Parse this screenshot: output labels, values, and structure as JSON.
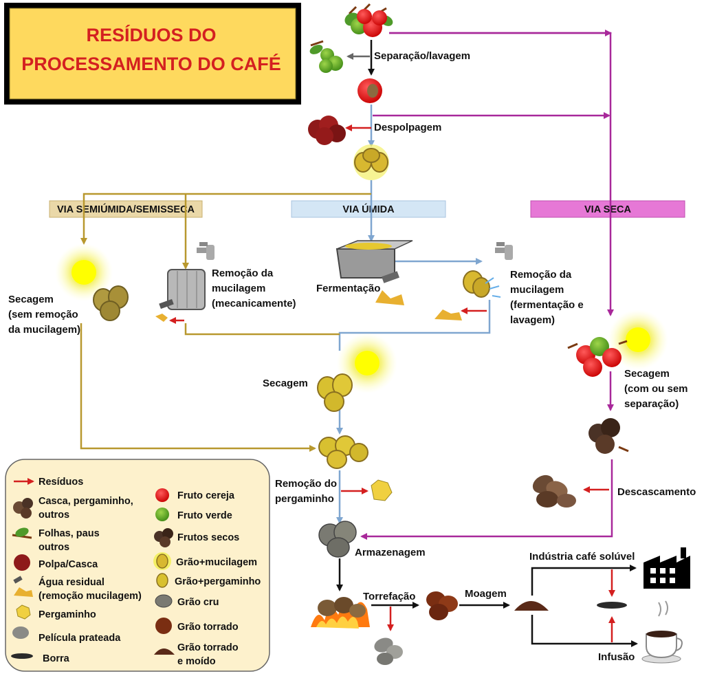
{
  "title": [
    "RESÍDUOS DO",
    "PROCESSAMENTO DO CAFÉ"
  ],
  "routes": {
    "semi": "VIA SEMIÚMIDA/SEMISSECA",
    "umida": "VIA ÚMIDA",
    "seca": "VIA SECA"
  },
  "steps": {
    "separacao": "Separação/lavagem",
    "despolpagem": "Despolpagem",
    "secagem_sem": [
      "Secagem",
      "(sem remoção",
      "da mucilagem)"
    ],
    "remocao_mec": [
      "Remoção da",
      "mucilagem",
      "(mecanicamente)"
    ],
    "fermentacao": "Fermentação",
    "remocao_ferm": [
      "Remoção da",
      "mucilagem",
      "(fermentação e",
      "lavagem)"
    ],
    "secagem": "Secagem",
    "secagem_com": [
      "Secagem",
      "(com ou sem",
      "separação)"
    ],
    "remocao_perg": [
      "Remoção do",
      "pergaminho"
    ],
    "descascamento": "Descascamento",
    "armazenagem": "Armazenagem",
    "torrefacao": "Torrefação",
    "moagem": "Moagem",
    "industria": "Indústria café solúvel",
    "infusao": "Infusão"
  },
  "legend": {
    "residuos": "Resíduos",
    "casca": [
      "Casca, pergaminho,",
      "outros"
    ],
    "folhas": [
      "Folhas, paus",
      "outros"
    ],
    "polpa": "Polpa/Casca",
    "agua": [
      "Água residual",
      "(remoção mucilagem)"
    ],
    "pergaminho": "Pergaminho",
    "pelicula": "Película prateada",
    "borra": "Borra",
    "cereja": "Fruto cereja",
    "verde": "Fruto verde",
    "secos": "Frutos secos",
    "grao_mucilagem": "Grão+mucilagem",
    "grao_pergaminho": "Grão+pergaminho",
    "grao_cru": "Grão cru",
    "grao_torrado": "Grão torrado",
    "grao_moido": [
      "Grão torrado",
      "e moído"
    ]
  },
  "colors": {
    "title_box": "#fed95e",
    "title_text": "#d42020",
    "semi_line": "#b8982e",
    "umida_line": "#7fa6d0",
    "seca_line": "#a8289a",
    "residue_arrow": "#d41f1f",
    "semi_box": "#ead8a8",
    "umida_box": "#d4e6f5",
    "seca_box": "#e678d6",
    "legend_box": "#fdf1cc"
  }
}
